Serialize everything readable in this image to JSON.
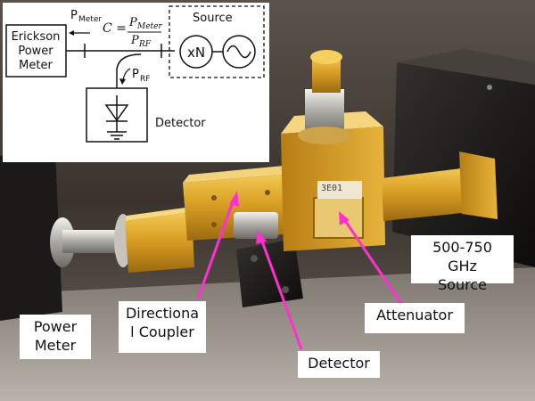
{
  "diagram": {
    "power_meter_box": [
      "Erickson",
      "Power",
      "Meter"
    ],
    "p_meter_label": "P",
    "p_meter_sub": "Meter",
    "formula_lhs": "C =",
    "formula_num": "P",
    "formula_num_sub": "Meter",
    "formula_den": "P",
    "formula_den_sub": "RF",
    "source_label": "Source",
    "multiplier_label": "xN",
    "p_rf_label": "P",
    "p_rf_sub": "RF",
    "detector_label": "Detector"
  },
  "callouts": {
    "power_meter": [
      "Power",
      "Meter"
    ],
    "directional_coupler": [
      "Directiona",
      "l Coupler"
    ],
    "detector": "Detector",
    "attenuator": "Attenuator",
    "source": [
      "500-750 GHz",
      "Source"
    ]
  },
  "engravings": {
    "attenuator_tag": "3E01"
  },
  "colors": {
    "arrow": "#ff2fd0",
    "metal_gold": "#c9921a",
    "background": "#2c2723"
  }
}
